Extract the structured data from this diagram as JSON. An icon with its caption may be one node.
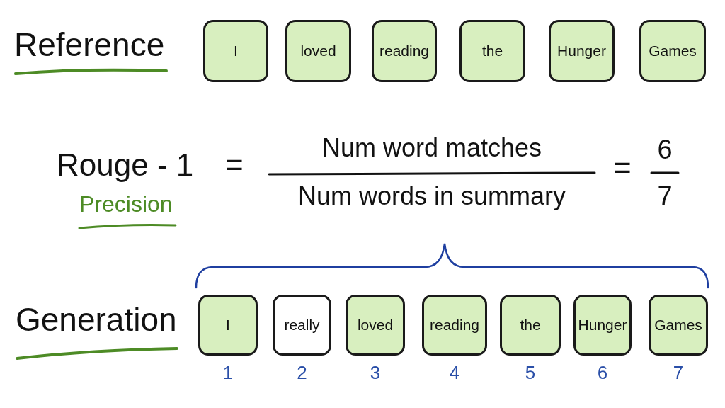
{
  "diagram": {
    "nodes": [
      {
        "text": [
          "I"
        ]
      },
      {
        "text": [
          "loved"
        ]
      },
      {
        "text": [
          "reading"
        ]
      },
      {
        "text": [
          "the"
        ]
      },
      {
        "text": [
          "Hunger"
        ]
      },
      {
        "text": [
          "Games"
        ]
      },
      {
        "text": [
          "I"
        ],
        "beside": [
          "1"
        ]
      },
      {
        "text": [
          "really"
        ],
        "beside": [
          "2"
        ]
      },
      {
        "text": [
          "loved"
        ],
        "beside": [
          "3"
        ]
      },
      {
        "text": [
          "reading"
        ],
        "beside": [
          "4"
        ]
      },
      {
        "text": [
          "the"
        ],
        "beside": [
          "5"
        ]
      },
      {
        "text": [
          "Hunger"
        ],
        "beside": [
          "6"
        ]
      },
      {
        "text": [
          "Games"
        ],
        "beside": [
          "7"
        ]
      }
    ],
    "labels": [
      "Reference",
      "Rouge - 1",
      "=",
      "Num word matches",
      "Num words in summary",
      "=",
      "6",
      "7",
      "Precision",
      "Generation"
    ]
  }
}
